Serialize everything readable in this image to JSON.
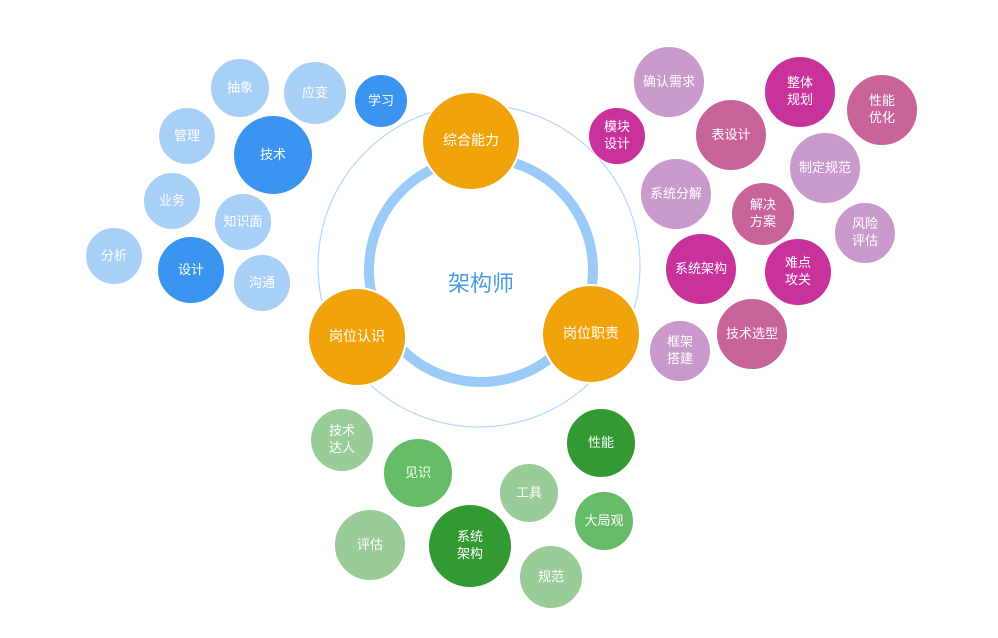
{
  "center": {
    "title": "架构师"
  },
  "colors": {
    "orange": "#f0a30a",
    "blue_dark": "#3a94f0",
    "blue_light": "#a8cff5",
    "pink_dark": "#c8329a",
    "pink_mid": "#c9649a",
    "pink_light": "#c99acb",
    "green_dark": "#339933",
    "green_mid": "#66bb66",
    "green_light": "#99cc99",
    "ring": "#9ccaf6"
  },
  "main_nodes": [
    "综合能力",
    "岗位认识",
    "岗位职责"
  ],
  "blue_nodes": [
    "抽象",
    "应变",
    "学习",
    "管理",
    "技术",
    "业务",
    "知识面",
    "分析",
    "设计",
    "沟通"
  ],
  "pink_nodes": [
    "确认需求",
    "模块\n设计",
    "表设计",
    "整体\n规划",
    "性能\n优化",
    "制定规范",
    "系统分解",
    "解决\n方案",
    "风险\n评估",
    "系统架构",
    "难点\n攻关",
    "框架\n搭建",
    "技术选型"
  ],
  "green_nodes": [
    "技术\n达人",
    "见识",
    "性能",
    "工具",
    "大局观",
    "评估",
    "系统\n架构",
    "规范"
  ]
}
